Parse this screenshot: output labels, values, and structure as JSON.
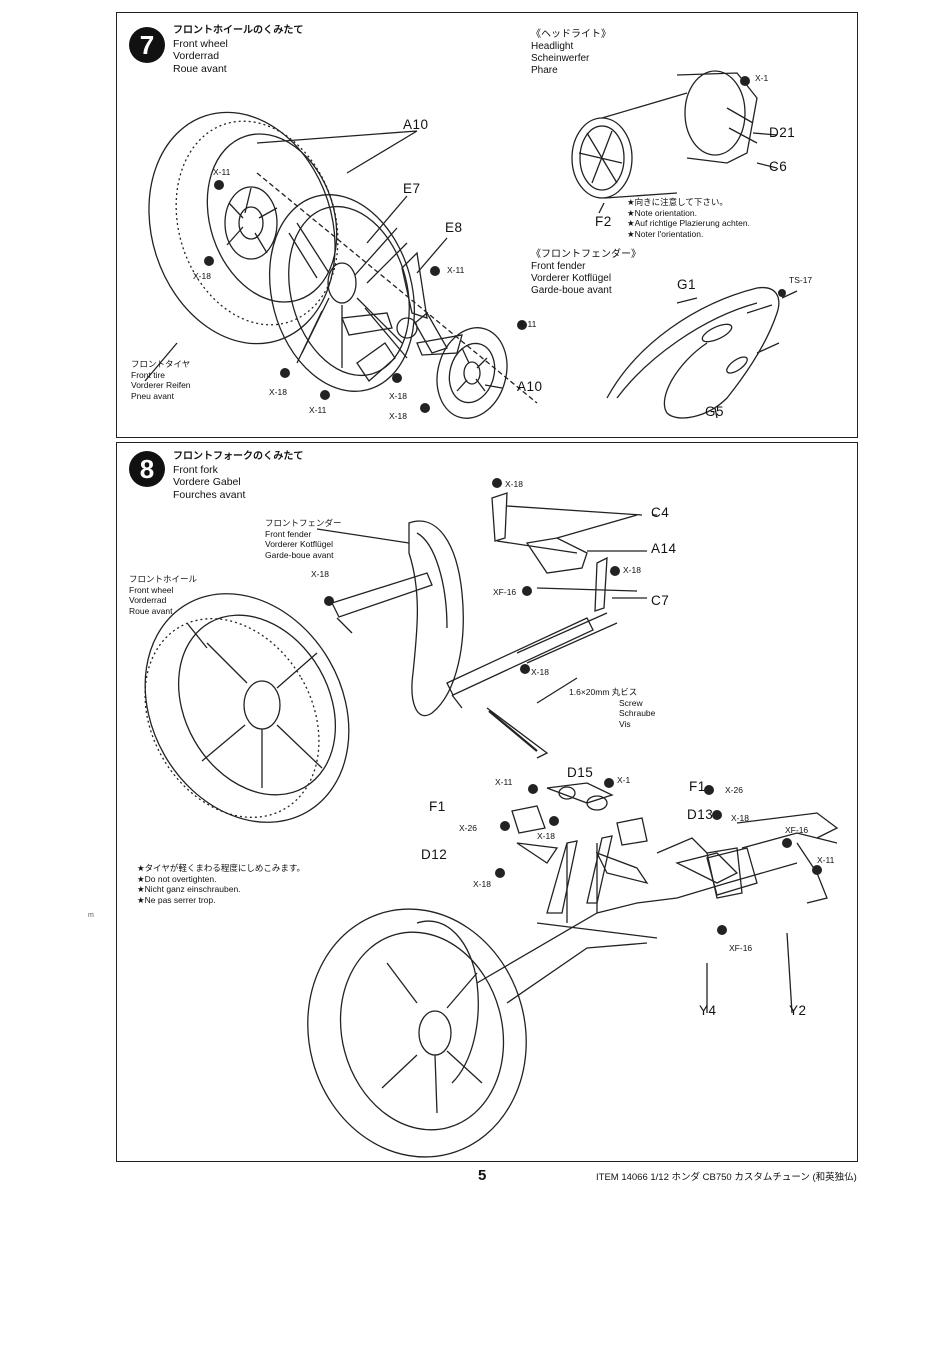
{
  "step7": {
    "number": "7",
    "title_lines": [
      "フロントホイールのくみたて",
      "Front wheel",
      "Vorderrad",
      "Roue avant"
    ],
    "headlight_lines": [
      "《ヘッドライト》",
      "Headlight",
      "Scheinwerfer",
      "Phare"
    ],
    "note_lines": [
      "★向きに注意して下さい。",
      "★Note orientation.",
      "★Auf richtige Plazierung achten.",
      "★Noter l'orientation."
    ],
    "fender_lines": [
      "《フロントフェンダー》",
      "Front fender",
      "Vorderer Kotflügel",
      "Garde-boue avant"
    ],
    "tire_lines": [
      "フロントタイヤ",
      "Front tire",
      "Vorderer Reifen",
      "Pneu avant"
    ],
    "parts": {
      "a10_top": "A10",
      "e7": "E7",
      "e8": "E8",
      "a10_bottom": "A10",
      "x1": "X-1",
      "d21": "D21",
      "c6": "C6",
      "f2": "F2",
      "g1": "G1",
      "ts17": "TS-17",
      "g5": "G5",
      "x11_left": "X-11",
      "x18_left": "X-18",
      "x11_mid": "X-11",
      "x11_right": "X-11",
      "x18_b1": "X-18",
      "x11_b": "X-11",
      "x18_b2": "X-18",
      "x18_b3": "X-18"
    }
  },
  "step8": {
    "number": "8",
    "title_lines": [
      "フロントフォークのくみたて",
      "Front fork",
      "Vordere Gabel",
      "Fourches avant"
    ],
    "fender_lines": [
      "フロントフェンダー",
      "Front fender",
      "Vorderer Kotflügel",
      "Garde-boue avant"
    ],
    "wheel_lines": [
      "フロントホイール",
      "Front wheel",
      "Vorderrad",
      "Roue avant"
    ],
    "screw_lines": [
      "1.6×20mm 丸ビス",
      "Screw",
      "Schraube",
      "Vis"
    ],
    "tighten_lines": [
      "★タイヤが軽くまわる程度にしめこみます。",
      "★Do not overtighten.",
      "★Nicht ganz einschrauben.",
      "★Ne pas serrer trop."
    ],
    "parts": {
      "x18_top": "X-18",
      "c4": "C4",
      "a14": "A14",
      "x18_a14": "X-18",
      "xf16_a": "XF-16",
      "c7": "C7",
      "x18_fork": "X-18",
      "x18_mid": "X-18",
      "x11_d15": "X-11",
      "d15": "D15",
      "x1_d15": "X-1",
      "f1_left": "F1",
      "x26_left": "X-26",
      "x18_d15": "X-18",
      "d12": "D12",
      "x18_d12": "X-18",
      "f1_right": "F1",
      "x26_right": "X-26",
      "d13": "D13",
      "x18_d13": "X-18",
      "xf16_b": "XF-16",
      "x11_r": "X-11",
      "xf16_c": "XF-16",
      "y4": "Y4",
      "y2": "Y2"
    }
  },
  "footer": {
    "page_number": "5",
    "item_text": "ITEM 14066  1/12 ホンダ CB750 カスタムチューン (和英独仏)",
    "stray_mark": "m"
  }
}
